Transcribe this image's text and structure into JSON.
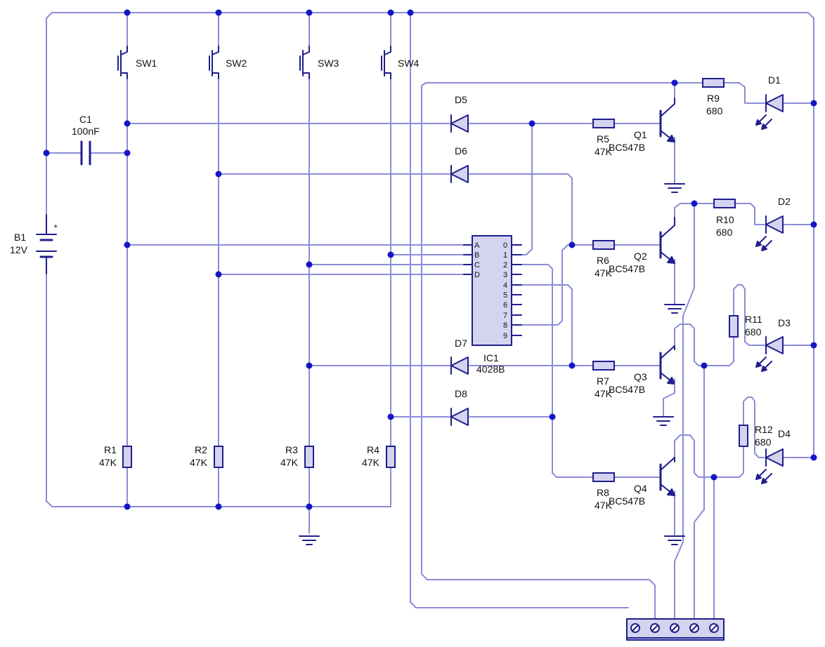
{
  "components": {
    "sw1": {
      "ref": "SW1"
    },
    "sw2": {
      "ref": "SW2"
    },
    "sw3": {
      "ref": "SW3"
    },
    "sw4": {
      "ref": "SW4"
    },
    "c1": {
      "ref": "C1",
      "value": "100nF"
    },
    "b1": {
      "ref": "B1",
      "value": "12V",
      "polarity": "+"
    },
    "r1": {
      "ref": "R1",
      "value": "47K"
    },
    "r2": {
      "ref": "R2",
      "value": "47K"
    },
    "r3": {
      "ref": "R3",
      "value": "47K"
    },
    "r4": {
      "ref": "R4",
      "value": "47K"
    },
    "r5": {
      "ref": "R5",
      "value": "47K"
    },
    "r6": {
      "ref": "R6",
      "value": "47K"
    },
    "r7": {
      "ref": "R7",
      "value": "47K"
    },
    "r8": {
      "ref": "R8",
      "value": "47K"
    },
    "r9": {
      "ref": "R9",
      "value": "680"
    },
    "r10": {
      "ref": "R10",
      "value": "680"
    },
    "r11": {
      "ref": "R11",
      "value": "680"
    },
    "r12": {
      "ref": "R12",
      "value": "680"
    },
    "d1": {
      "ref": "D1"
    },
    "d2": {
      "ref": "D2"
    },
    "d3": {
      "ref": "D3"
    },
    "d4": {
      "ref": "D4"
    },
    "d5": {
      "ref": "D5"
    },
    "d6": {
      "ref": "D6"
    },
    "d7": {
      "ref": "D7"
    },
    "d8": {
      "ref": "D8"
    },
    "q1": {
      "ref": "Q1",
      "value": "BC547B"
    },
    "q2": {
      "ref": "Q2",
      "value": "BC547B"
    },
    "q3": {
      "ref": "Q3",
      "value": "BC547B"
    },
    "q4": {
      "ref": "Q4",
      "value": "BC547B"
    },
    "ic1": {
      "ref": "IC1",
      "value": "4028B",
      "inputs": [
        "A",
        "B",
        "C",
        "D"
      ],
      "outputs": [
        "0",
        "1",
        "2",
        "3",
        "4",
        "5",
        "6",
        "7",
        "8",
        "9"
      ]
    }
  },
  "colors": {
    "wire": "#8c8cd8",
    "symbol": "#1e1e8c",
    "fill": "#d4d4f0",
    "junction": "#1515c8"
  }
}
